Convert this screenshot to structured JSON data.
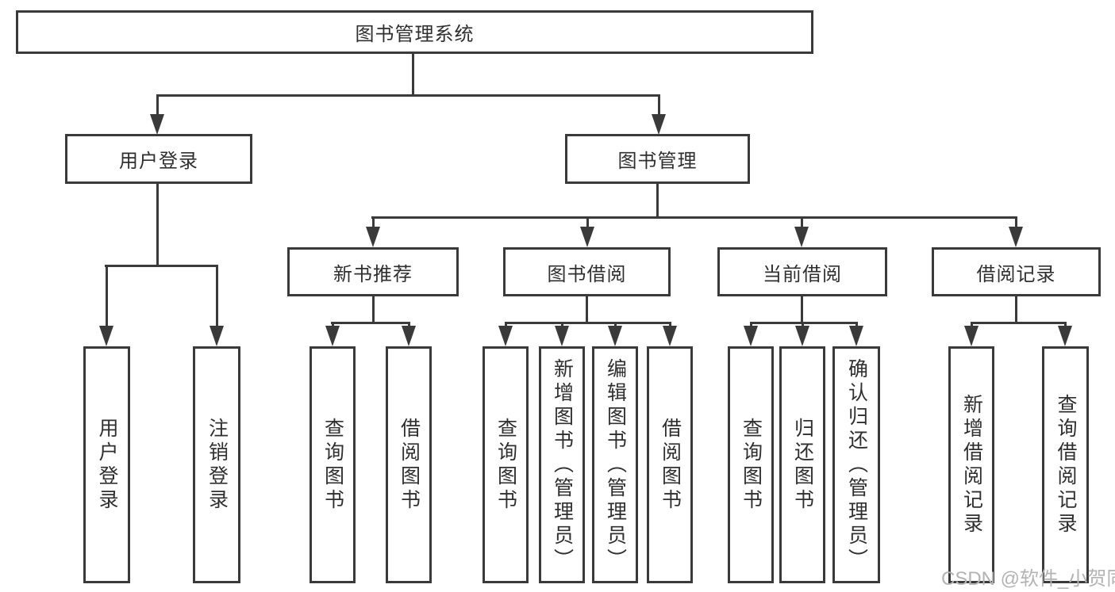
{
  "tree": {
    "root": {
      "label": "图书管理系统"
    },
    "children": [
      {
        "label": "用户登录",
        "children": [
          {
            "label": "用户登录"
          },
          {
            "label": "注销登录"
          }
        ]
      },
      {
        "label": "图书管理",
        "children": [
          {
            "label": "新书推荐",
            "children": [
              {
                "label": "查询图书"
              },
              {
                "label": "借阅图书"
              }
            ]
          },
          {
            "label": "图书借阅",
            "children": [
              {
                "label": "查询图书"
              },
              {
                "label": "新增图书（管理员）"
              },
              {
                "label": "编辑图书（管理员）"
              },
              {
                "label": "借阅图书"
              }
            ]
          },
          {
            "label": "当前借阅",
            "children": [
              {
                "label": "查询图书"
              },
              {
                "label": "归还图书"
              },
              {
                "label": "确认归还（管理员）"
              }
            ]
          },
          {
            "label": "借阅记录",
            "children": [
              {
                "label": "新增借阅记录"
              },
              {
                "label": "查询借阅记录"
              }
            ]
          }
        ]
      }
    ]
  },
  "watermark": {
    "text": "CSDN @软件_小贺同学"
  },
  "colors": {
    "line": "#3a3a3a",
    "text": "#2f2f2f",
    "watermark": "#b3b3b3",
    "background": "#ffffff"
  }
}
